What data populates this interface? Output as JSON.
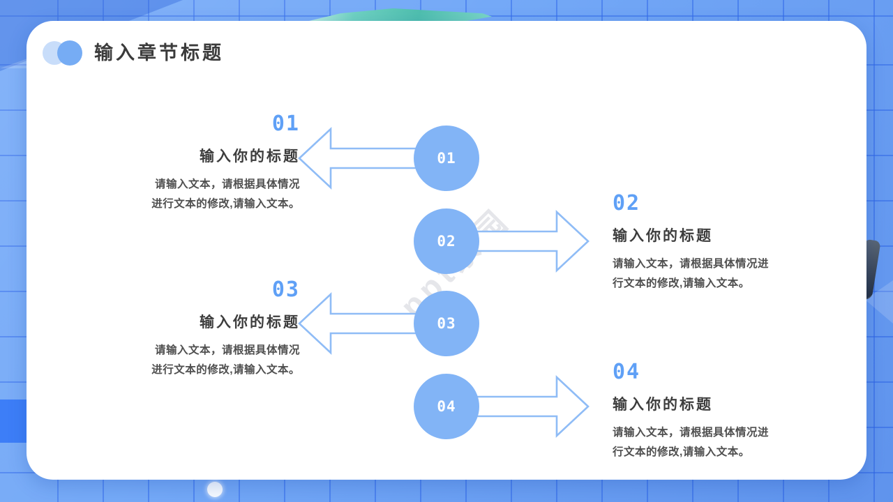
{
  "slide": {
    "header": {
      "title": "输入章节标题"
    },
    "watermark": "ppt家园",
    "items": [
      {
        "number": "01",
        "badge": "01",
        "title": "输入你的标题",
        "body_line1": "请输入文本，请根据具体情况",
        "body_line2": "进行文本的修改,请输入文本。",
        "side": "left"
      },
      {
        "number": "02",
        "badge": "02",
        "title": "输入你的标题",
        "body_line1": "请输入文本，请根据具体情况进",
        "body_line2": "行文本的修改,请输入文本。",
        "side": "right"
      },
      {
        "number": "03",
        "badge": "03",
        "title": "输入你的标题",
        "body_line1": "请输入文本，请根据具体情况",
        "body_line2": "进行文本的修改,请输入文本。",
        "side": "left"
      },
      {
        "number": "04",
        "badge": "04",
        "title": "输入你的标题",
        "body_line1": "请输入文本，请根据具体情况进",
        "body_line2": "行文本的修改,请输入文本。",
        "side": "right"
      }
    ]
  },
  "colors": {
    "background_blue": "#74a9f7",
    "grid_line": "#346cec",
    "card": "#ffffff",
    "accent_number_blue": "#5fa0f6",
    "circle_fill": "#82b4f6",
    "arrow_stroke": "#8fbcf6",
    "title_text": "#3b3b3b",
    "body_text": "#4f4f4f",
    "teal_decoration": "#4fbfae",
    "left_accent_cell": "#3d7ef7"
  }
}
